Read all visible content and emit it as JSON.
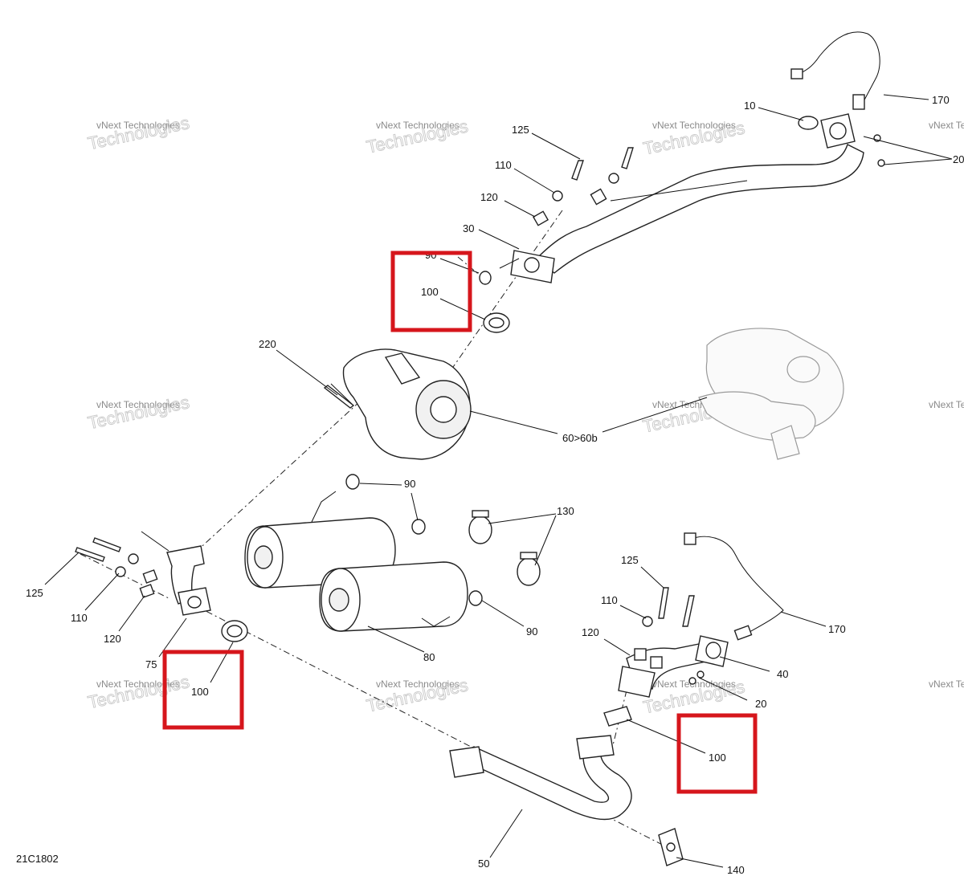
{
  "drawing_code": "21C1802",
  "watermark": {
    "line1": "vNext Technologies",
    "line2": "Technologies"
  },
  "callouts": {
    "c10": "10",
    "c20a": "20",
    "c20b": "20",
    "c30": "30",
    "c40": "40",
    "c50": "50",
    "c60": "60>60b",
    "c75": "75",
    "c80": "80",
    "c90a": "90",
    "c90b": "90",
    "c90c": "90",
    "c100a": "100",
    "c100b": "100",
    "c100c": "100",
    "c110a": "110",
    "c110b": "110",
    "c110c": "110",
    "c120a": "120",
    "c120b": "120",
    "c120c": "120",
    "c125a": "125",
    "c125b": "125",
    "c125c": "125",
    "c130": "130",
    "c140": "140",
    "c170a": "170",
    "c170b": "170",
    "c220": "220"
  },
  "colors": {
    "highlight": "#d6161c",
    "line": "#111111",
    "watermark": "#c8c8c8"
  }
}
